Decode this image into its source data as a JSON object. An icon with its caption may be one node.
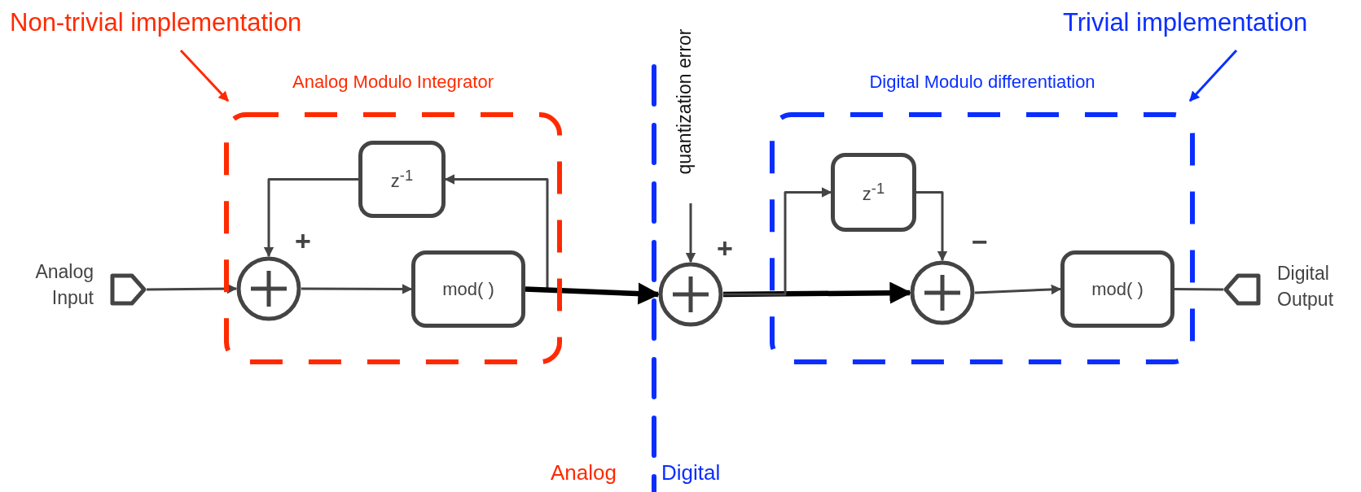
{
  "diagram": {
    "nodes": [
      {
        "text": [
          "Non-trivial implementation"
        ]
      },
      {
        "text": [
          "Analog Modulo Integrator"
        ]
      },
      {
        "text": [
          "z$^{-1}$"
        ],
        "in": 1
      },
      {
        "text": [],
        "shape": "circle",
        "in": 1,
        "beside": [
          "+"
        ]
      },
      {
        "text": [
          "mod( )"
        ],
        "in": 1
      },
      {
        "text": [],
        "shape": "pentagon",
        "beside": [
          "Analog Input"
        ]
      },
      {
        "text": [
          "quantization error"
        ]
      },
      {
        "text": [],
        "shape": "circle",
        "beside": [
          "+"
        ]
      },
      {
        "text": [
          "Trivial implementation"
        ]
      },
      {
        "text": [
          "Digital Modulo differentiation"
        ]
      },
      {
        "text": [
          "z$^{-1}$"
        ],
        "in": 9
      },
      {
        "text": [],
        "shape": "circle",
        "in": 9,
        "beside": [
          "−"
        ]
      },
      {
        "text": [
          "mod( )"
        ],
        "in": 9
      },
      {
        "text": [],
        "shape": "pentagon",
        "beside": [
          "Digital Output"
        ]
      }
    ],
    "edges": [
      {
        "from": 5,
        "to": 3,
        "arrow": "to"
      },
      {
        "from": 3,
        "to": 4,
        "arrow": "to"
      },
      {
        "from": 4,
        "to": 2,
        "arrow": "to"
      },
      {
        "from": 2,
        "to": 3,
        "arrow": "to"
      },
      {
        "from": 4,
        "to": 7,
        "arrow": "to",
        "style": "thick",
        "color": "#000000"
      },
      {
        "from": 6,
        "to": 7,
        "arrow": "to"
      },
      {
        "from": 7,
        "to": 11,
        "arrow": "to",
        "style": "thick",
        "color": "#000000"
      },
      {
        "from": 7,
        "to": 10,
        "arrow": "to"
      },
      {
        "from": 10,
        "to": 11,
        "arrow": "to"
      },
      {
        "from": 11,
        "to": 12,
        "arrow": "to"
      },
      {
        "from": 12,
        "to": 13,
        "arrow": "none"
      },
      {
        "from": 0,
        "to": 1,
        "arrow": "to",
        "color": "#ff2a00"
      },
      {
        "from": 8,
        "to": 9,
        "arrow": "to",
        "color": "#0a2eff"
      }
    ],
    "labels": [
      "Analog",
      "Digital"
    ]
  }
}
